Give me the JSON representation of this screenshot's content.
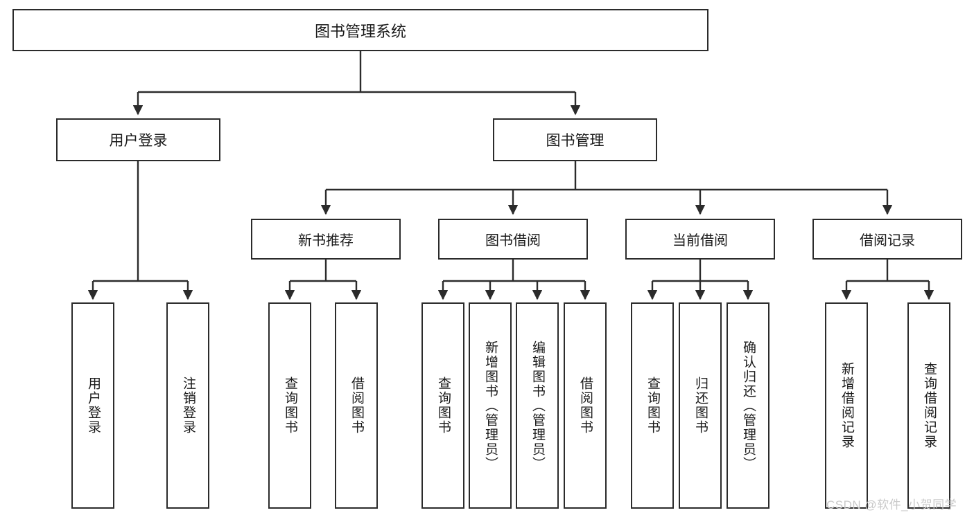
{
  "diagram": {
    "title": "图书管理系统",
    "type": "tree-hierarchy-diagram",
    "root": {
      "id": "root",
      "label": "图书管理系统"
    },
    "level1": [
      {
        "id": "user-login",
        "label": "用户登录"
      },
      {
        "id": "book-management",
        "label": "图书管理"
      }
    ],
    "level2": [
      {
        "id": "new-book-recommend",
        "label": "新书推荐",
        "parent": "book-management"
      },
      {
        "id": "book-borrow",
        "label": "图书借阅",
        "parent": "book-management"
      },
      {
        "id": "current-borrow",
        "label": "当前借阅",
        "parent": "book-management"
      },
      {
        "id": "borrow-record",
        "label": "借阅记录",
        "parent": "book-management"
      }
    ],
    "leaves": [
      {
        "id": "leaf-user-login",
        "label": "用户登录",
        "parent": "user-login"
      },
      {
        "id": "leaf-logout-login",
        "label": "注销登录",
        "parent": "user-login"
      },
      {
        "id": "leaf-query-book-1",
        "label": "查询图书",
        "parent": "new-book-recommend"
      },
      {
        "id": "leaf-borrow-book-1",
        "label": "借阅图书",
        "parent": "new-book-recommend"
      },
      {
        "id": "leaf-query-book-2",
        "label": "查询图书",
        "parent": "book-borrow"
      },
      {
        "id": "leaf-add-book",
        "label": "新增图书（管理员）",
        "parent": "book-borrow"
      },
      {
        "id": "leaf-edit-book",
        "label": "编辑图书（管理员）",
        "parent": "book-borrow"
      },
      {
        "id": "leaf-borrow-book-2",
        "label": "借阅图书",
        "parent": "book-borrow"
      },
      {
        "id": "leaf-query-book-3",
        "label": "查询图书",
        "parent": "current-borrow"
      },
      {
        "id": "leaf-return-book",
        "label": "归还图书",
        "parent": "current-borrow"
      },
      {
        "id": "leaf-confirm-return",
        "label": "确认归还（管理员）",
        "parent": "current-borrow"
      },
      {
        "id": "leaf-add-record",
        "label": "新增借阅记录",
        "parent": "borrow-record"
      },
      {
        "id": "leaf-query-record",
        "label": "查询借阅记录",
        "parent": "borrow-record"
      }
    ]
  },
  "watermark": {
    "text": "CSDN @软件_小贺同学"
  },
  "colors": {
    "border": "#2b2b2b",
    "background": "#ffffff",
    "text": "#1a1a1a",
    "watermark": "#c9c9c9"
  }
}
